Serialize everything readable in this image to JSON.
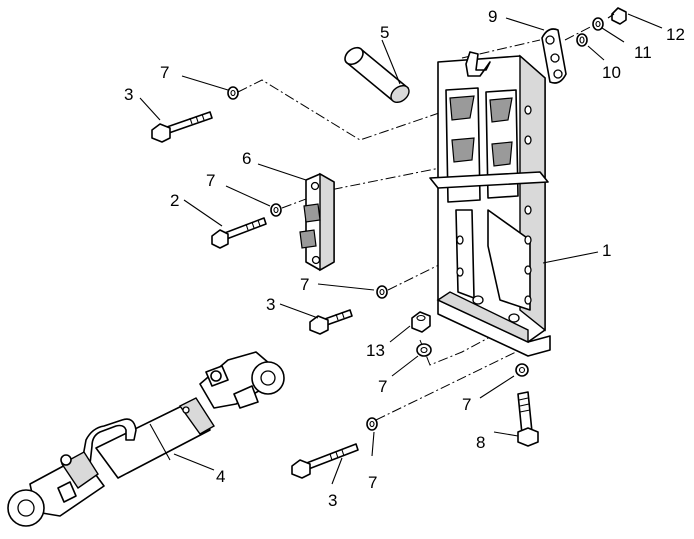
{
  "diagram": {
    "callouts": [
      {
        "id": "c1",
        "label": "1"
      },
      {
        "id": "c2",
        "label": "2"
      },
      {
        "id": "c3a",
        "label": "3"
      },
      {
        "id": "c3b",
        "label": "3"
      },
      {
        "id": "c3c",
        "label": "3"
      },
      {
        "id": "c4",
        "label": "4"
      },
      {
        "id": "c5",
        "label": "5"
      },
      {
        "id": "c6",
        "label": "6"
      },
      {
        "id": "c7a",
        "label": "7"
      },
      {
        "id": "c7b",
        "label": "7"
      },
      {
        "id": "c7c",
        "label": "7"
      },
      {
        "id": "c7d",
        "label": "7"
      },
      {
        "id": "c7e",
        "label": "7"
      },
      {
        "id": "c7f",
        "label": "7"
      },
      {
        "id": "c8",
        "label": "8"
      },
      {
        "id": "c9",
        "label": "9"
      },
      {
        "id": "c10",
        "label": "10"
      },
      {
        "id": "c11",
        "label": "11"
      },
      {
        "id": "c12",
        "label": "12"
      },
      {
        "id": "c13",
        "label": "13"
      }
    ]
  }
}
